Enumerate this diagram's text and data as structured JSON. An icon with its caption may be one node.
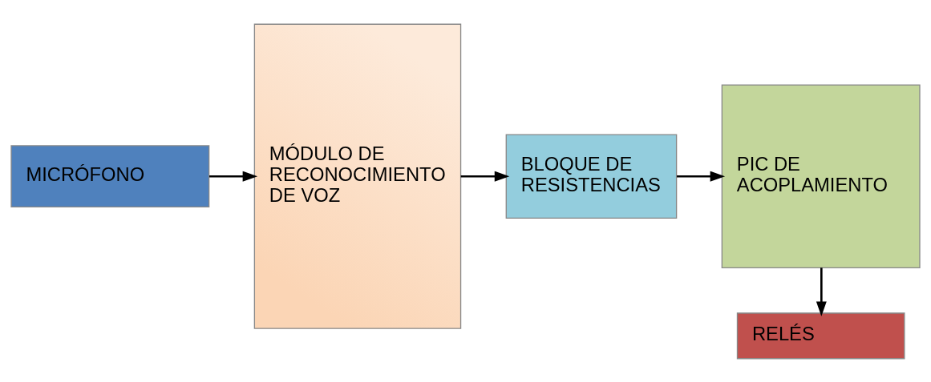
{
  "diagram": {
    "nodes": [
      {
        "text": [
          "MICRÓFONO"
        ]
      },
      {
        "text": [
          "MÓDULO DE RECONOCIMIENTO DE VOZ"
        ]
      },
      {
        "text": [
          "BLOQUE DE RESISTENCIAS"
        ]
      },
      {
        "text": [
          "PIC DE ACOPLAMIENTO"
        ]
      },
      {
        "text": [
          "RELÉS"
        ]
      }
    ],
    "edges": [
      {
        "from": 0,
        "to": 1,
        "arrow": "to"
      },
      {
        "from": 1,
        "to": 2,
        "arrow": "to"
      },
      {
        "from": 2,
        "to": 3,
        "arrow": "to"
      },
      {
        "from": 3,
        "to": 4,
        "arrow": "to"
      }
    ]
  }
}
